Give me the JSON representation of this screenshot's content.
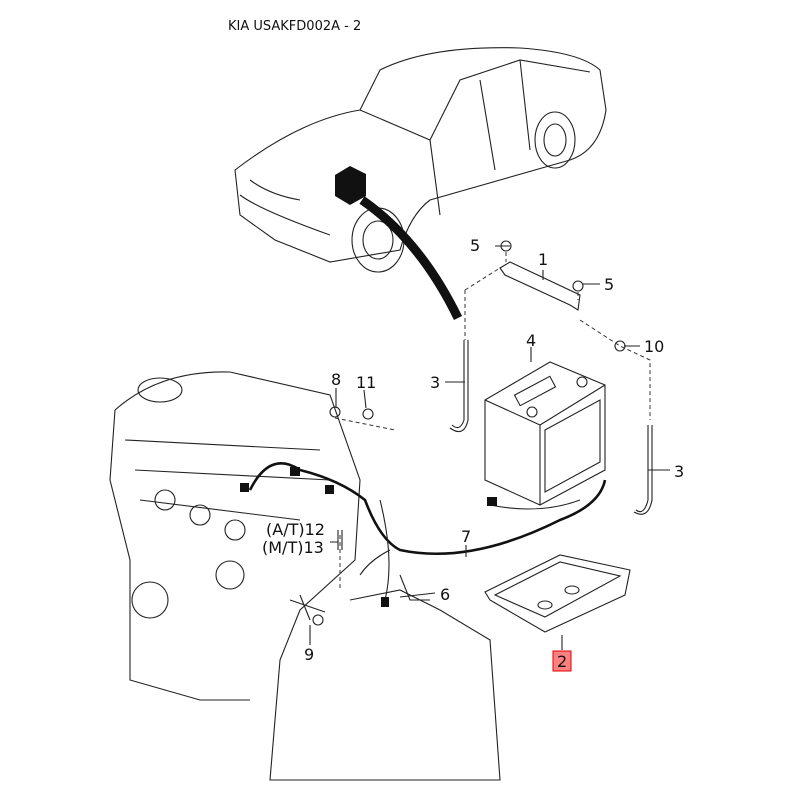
{
  "title": "KIA USAKFD002A - 2",
  "highlight_color": "#ff8080",
  "callouts": {
    "c1": "1",
    "c2": "2",
    "c3a": "3",
    "c3b": "3",
    "c4": "4",
    "c5a": "5",
    "c5b": "5",
    "c6": "6",
    "c7": "7",
    "c8": "8",
    "c9": "9",
    "c10": "10",
    "c11": "11",
    "c12": "(A/T)12",
    "c13": "(M/T)13"
  }
}
